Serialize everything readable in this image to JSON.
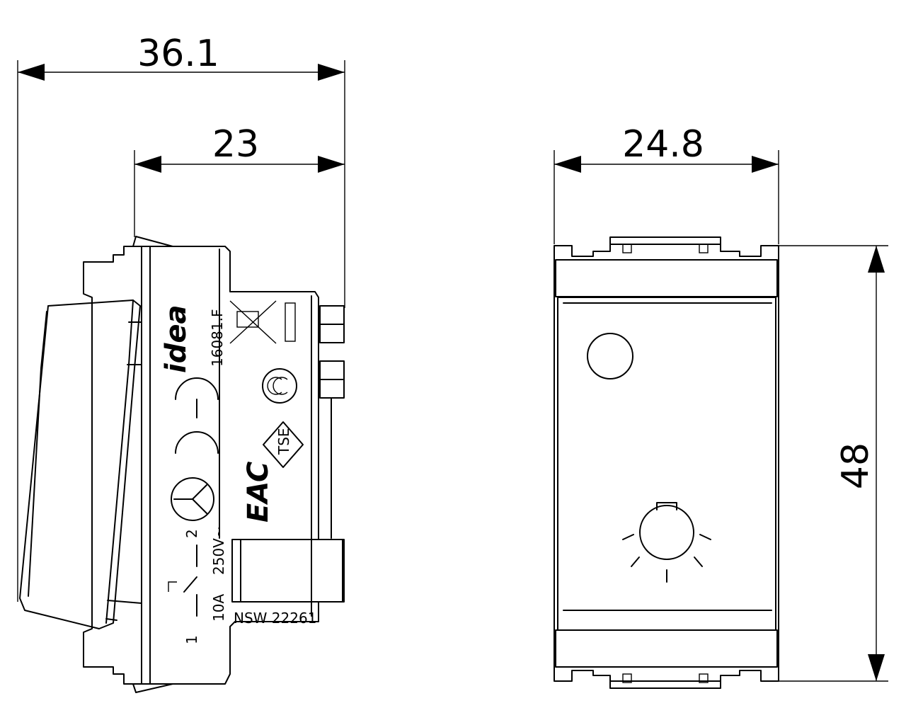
{
  "dimensions": {
    "overall_depth": "36.1",
    "body_depth": "23",
    "width": "24.8",
    "height": "48"
  },
  "markings": {
    "brand": "idea",
    "code": "16081.F",
    "rating_current": "10A",
    "rating_voltage": "250V~",
    "terminal_1": "1",
    "terminal_2": "2",
    "standard": "NSW 22261",
    "tse": "TSE",
    "eac": "EAC",
    "ce": "CE"
  }
}
